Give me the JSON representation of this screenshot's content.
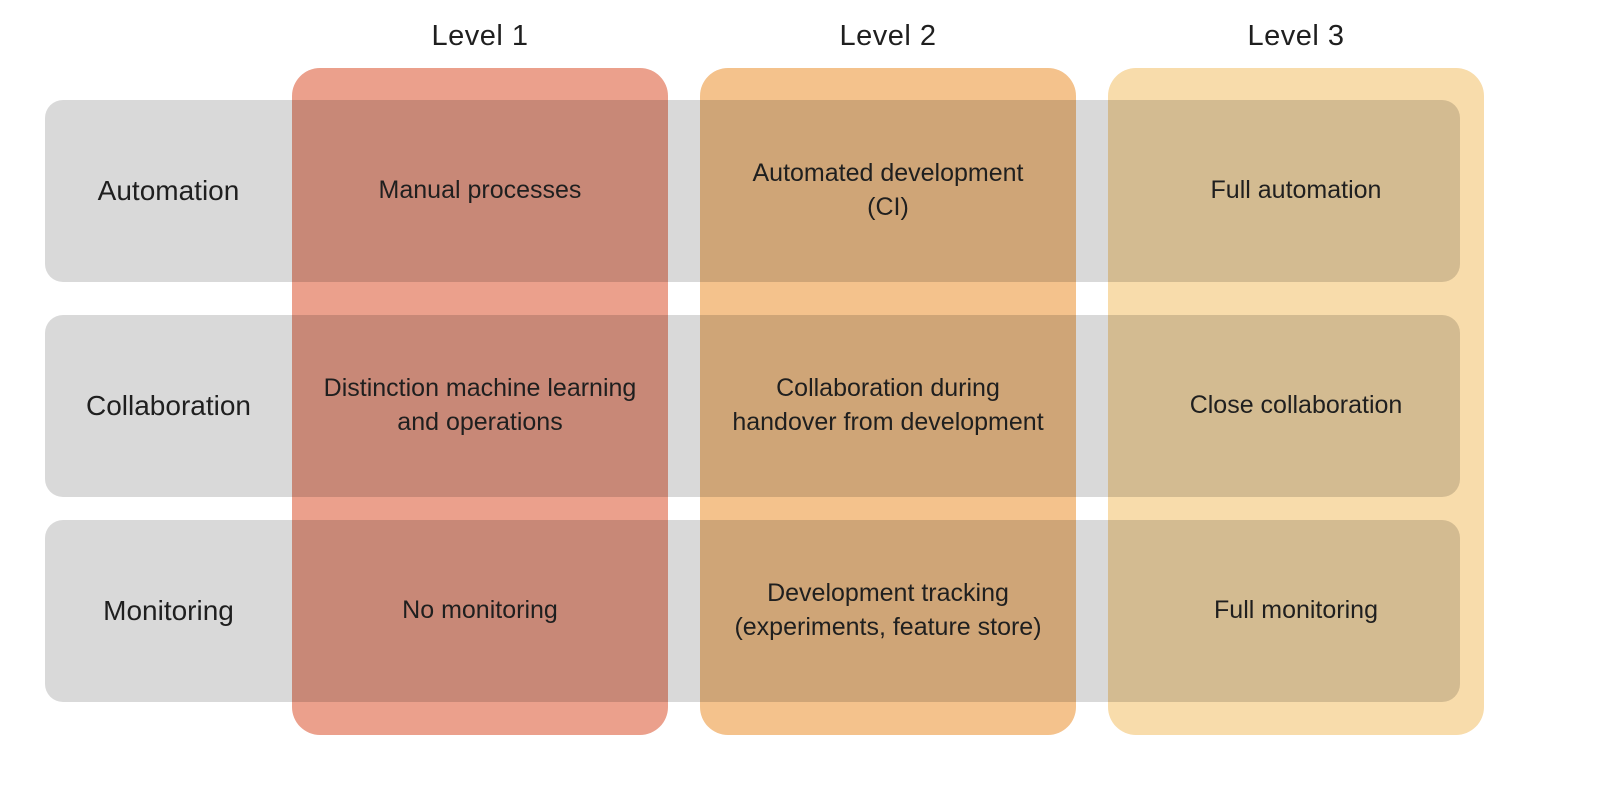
{
  "matrix": {
    "column_headers": [
      "Level 1",
      "Level 2",
      "Level 3"
    ],
    "row_headers": [
      "Automation",
      "Collaboration",
      "Monitoring"
    ],
    "cells": [
      [
        "Manual processes",
        "Automated development (CI)",
        "Full automation"
      ],
      [
        "Distinction machine learning and operations",
        "Collaboration during handover from development",
        "Close collaboration"
      ],
      [
        "No monitoring",
        "Development tracking (experiments, feature store)",
        "Full monitoring"
      ]
    ],
    "colors": {
      "row_band": "#d9d9d9",
      "level1_band": "#eba violet",
      "text": "#1f1f1f"
    }
  },
  "colors": {
    "background": "#ffffff",
    "row_band": "#d9d9d9",
    "level1_band": "#eba08c",
    "level2_band": "#f4c28c",
    "level3_band": "#f8dcab",
    "text": "#1f1f1f"
  }
}
